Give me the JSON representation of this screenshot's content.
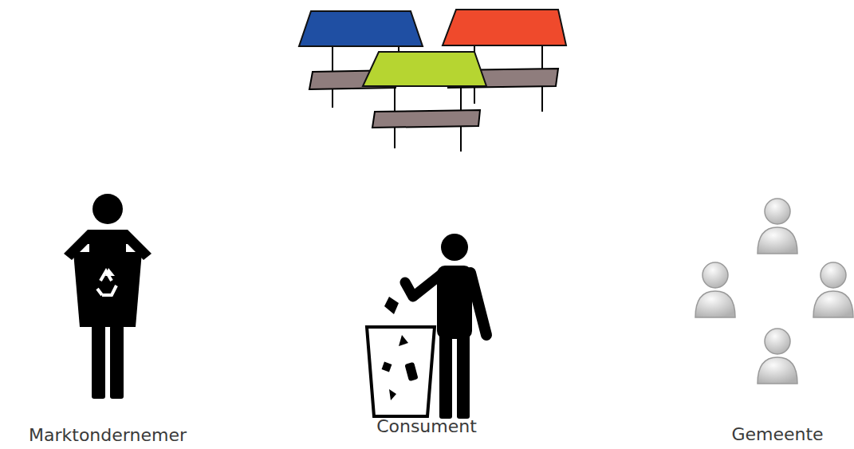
{
  "diagram": {
    "nodes": [
      {
        "text": [
          "Marktondernemer"
        ]
      },
      {
        "text": [
          "Consument"
        ]
      },
      {
        "text": [
          "Gemeente"
        ]
      }
    ]
  }
}
